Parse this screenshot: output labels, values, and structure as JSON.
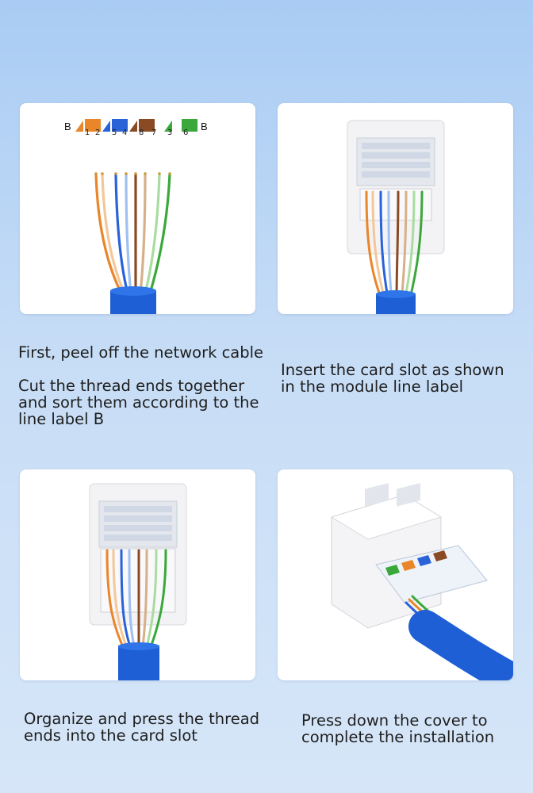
{
  "steps": [
    {
      "label_b_left": "B",
      "label_b_right": "B",
      "pin_numbers": [
        "1",
        "2",
        "5",
        "4",
        "8",
        "7",
        "3",
        "6"
      ],
      "caption_1": "First, peel off the network cable",
      "caption_2_lines": [
        "Cut the thread ends together",
        "and sort them according to the",
        "line label B"
      ]
    },
    {
      "caption_lines": [
        "Insert the card slot as shown",
        "in the module line label"
      ]
    },
    {
      "caption_lines": [
        "Organize and press the thread",
        "ends into the card slot"
      ]
    },
    {
      "caption_lines": [
        "Press down the cover to",
        "complete the installation"
      ]
    }
  ],
  "colors": {
    "background_top": "#a9ccf4",
    "cable_blue": "#1f5fd6",
    "wire_orange": "#e9862a",
    "wire_blue": "#2a62d8",
    "wire_brown": "#8a4a24",
    "wire_green": "#3aa83a"
  }
}
